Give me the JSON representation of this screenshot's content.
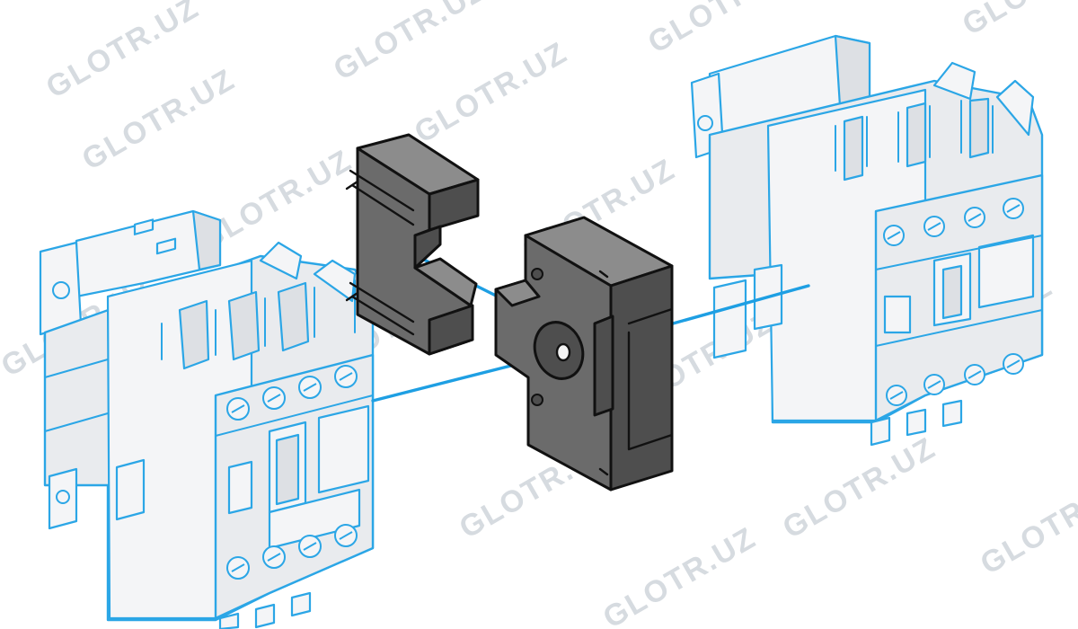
{
  "watermark": {
    "text": "GLOTR.UZ",
    "color": "#d6dbe0"
  },
  "colors": {
    "contactor_outline": "#2ba6e6",
    "contactor_fill": "#e9ebee",
    "part_fill": "#6b6b6b",
    "part_outline": "#111111",
    "guide_line": "#1e9fe3",
    "background": "#ffffff"
  },
  "components": {
    "left_contactor": "contactor-left",
    "right_contactor": "contactor-right",
    "interlock_clip": "mechanical-interlock-clip",
    "interlock_block": "mechanical-interlock-block"
  }
}
